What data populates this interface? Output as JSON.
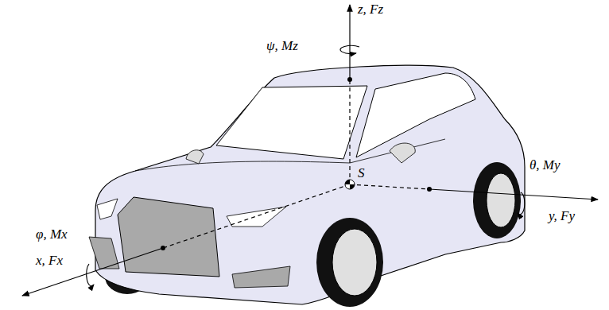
{
  "diagram": {
    "labels": [
      "z, Fz",
      "ψ, Mz",
      "S",
      "θ, My",
      "y, Fy",
      "φ, Mx",
      "x, Fx"
    ]
  }
}
